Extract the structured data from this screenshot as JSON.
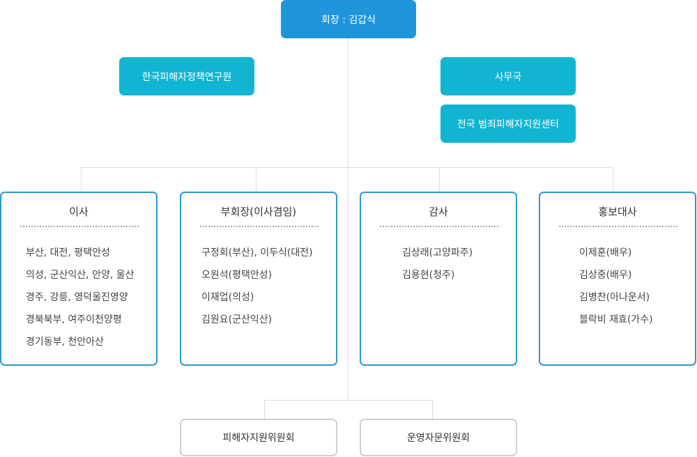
{
  "chairman": {
    "label": "회장 : 김갑식"
  },
  "institute": {
    "label": "한국피해자정책연구원"
  },
  "secretariat": {
    "label": "사무국"
  },
  "center": {
    "label": "전국 범죄피해자지원센터"
  },
  "panels": [
    {
      "title": "이사",
      "items": [
        "부산, 대전, 평택안성",
        "의성, 군산익산, 안양, 울산",
        "경주, 강릉, 영덕울진영양",
        "경북북부, 여주이천양평",
        "경기동부, 천안아산"
      ]
    },
    {
      "title": "부회장(이사겸임)",
      "items": [
        "구정회(부산), 이두식(대전)",
        "오원석(평택안성)",
        "이재업(의성)",
        "김원요(군산익산)"
      ]
    },
    {
      "title": "감사",
      "items": [
        "김상래(고양파주)",
        "김용현(청주)"
      ]
    },
    {
      "title": "홍보대사",
      "items": [
        "이제훈(배우)",
        "김상중(배우)",
        "김병찬(아나운서)",
        "블락비 재효(가수)"
      ]
    }
  ],
  "committees": [
    {
      "label": "피해자지원위원회"
    },
    {
      "label": "운영자문위원회"
    }
  ],
  "colors": {
    "chairman": "#1f96dc",
    "teal_nodes": "#12b5d1",
    "panel_border": "#2a98d4",
    "committee_border": "#cfcfcf",
    "connector": "#dddddd"
  }
}
